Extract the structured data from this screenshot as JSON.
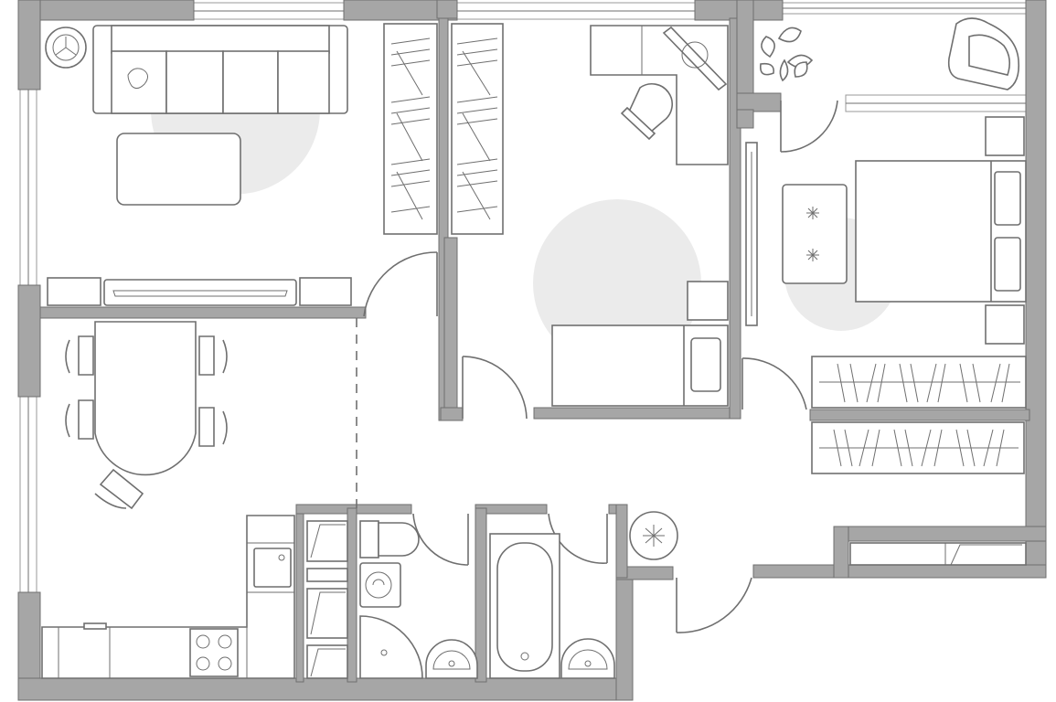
{
  "floor_plan": {
    "colors": {
      "wall": "#a6a6a6",
      "outline": "#6f6f6f",
      "highlight_circle": "#ebebeb",
      "background": "#ffffff"
    },
    "rooms": [
      {
        "id": "living-room",
        "furniture": [
          "sofa",
          "coffee-table",
          "tv-console",
          "wardrobe",
          "armchair-icon"
        ]
      },
      {
        "id": "kitchen-dining",
        "furniture": [
          "dining-table",
          "chairs",
          "kitchen-counter",
          "sink",
          "stove"
        ]
      },
      {
        "id": "study-bedroom",
        "furniture": [
          "desk",
          "office-chair",
          "single-bed",
          "nightstand",
          "wardrobe"
        ]
      },
      {
        "id": "master-bedroom",
        "furniture": [
          "double-bed",
          "nightstands",
          "wardrobe",
          "dresser"
        ]
      },
      {
        "id": "balcony",
        "furniture": [
          "plant",
          "lounge-chair"
        ]
      },
      {
        "id": "toilet",
        "furniture": [
          "toilet",
          "washing-machine",
          "shower",
          "washbasin"
        ]
      },
      {
        "id": "bathroom",
        "furniture": [
          "bathtub",
          "washbasin"
        ]
      },
      {
        "id": "hallway",
        "furniture": [
          "closet",
          "wardrobe"
        ]
      }
    ]
  }
}
